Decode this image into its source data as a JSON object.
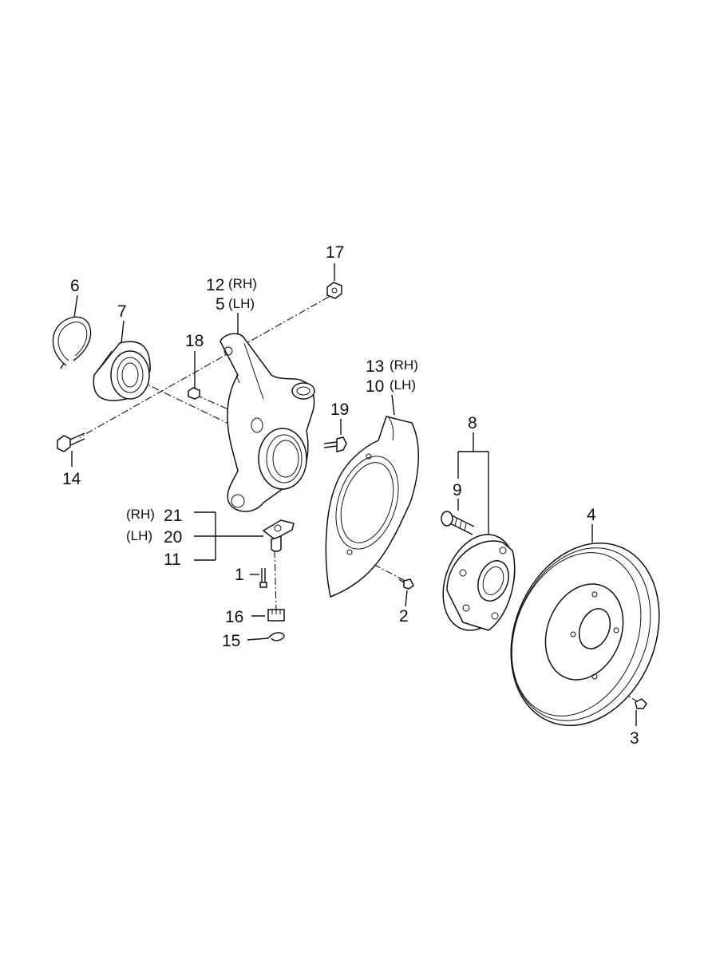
{
  "callouts": {
    "c1": "1",
    "c2": "2",
    "c3": "3",
    "c4": "4",
    "c5": "5",
    "c6": "6",
    "c7": "7",
    "c8": "8",
    "c9": "9",
    "c10": "10",
    "c11": "11",
    "c12": "12",
    "c13": "13",
    "c14": "14",
    "c15": "15",
    "c16": "16",
    "c17": "17",
    "c18": "18",
    "c19": "19",
    "c20": "20",
    "c21": "21"
  },
  "side": {
    "rh": "(RH)",
    "lh": "(LH)"
  }
}
